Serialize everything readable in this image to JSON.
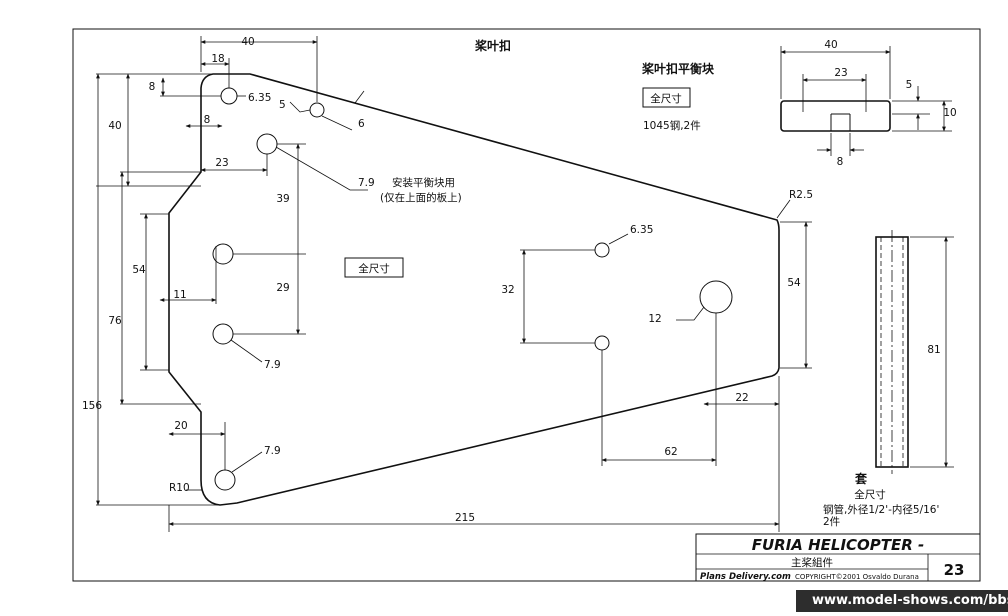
{
  "drawing": {
    "title": "桨叶扣",
    "note_full_size": "全尺寸",
    "mounting_note_line1": "安装平衡块用",
    "mounting_note_line2": "(仅在上面的板上)",
    "dims": {
      "top_40": "40",
      "top_18": "18",
      "left_8": "8",
      "hole_6_35_a": "6.35",
      "small_5": "5",
      "small_6": "6",
      "left_40": "40",
      "inner_8": "8",
      "step_23": "23",
      "hole_7_9_a": "7.9",
      "v_39": "39",
      "v_29": "29",
      "left_54": "54",
      "left_11": "11",
      "left_76": "76",
      "left_156": "156",
      "hole_7_9_b": "7.9",
      "left_20": "20",
      "hole_7_9_c": "7.9",
      "r10": "R10",
      "r2_5": "R2.5",
      "hole_6_35_b": "6.35",
      "v_32": "32",
      "hole_12": "12",
      "right_54": "54",
      "right_22": "22",
      "bottom_62": "62",
      "overall_215": "215"
    }
  },
  "balancer": {
    "title": "桨叶扣平衡块",
    "note_full_size": "全尺寸",
    "material": "1045钢,2件",
    "dims": {
      "w40": "40",
      "w23": "23",
      "h5": "5",
      "h10": "10",
      "w8": "8"
    }
  },
  "sleeve": {
    "title": "套",
    "note_full_size": "全尺寸",
    "material_line1": "钢管,外径1/2'-内径5/16'",
    "material_line2": "2件",
    "dims": {
      "h81": "81"
    }
  },
  "title_block": {
    "brand": "FURIA HELICOPTER -",
    "subtitle": "主桨組件",
    "source": "Plans Delivery.com",
    "copyright": "COPYRIGHT©2001 Osvaldo Durana",
    "page_number": "23"
  },
  "watermark": "www.model-shows.com/bbs"
}
